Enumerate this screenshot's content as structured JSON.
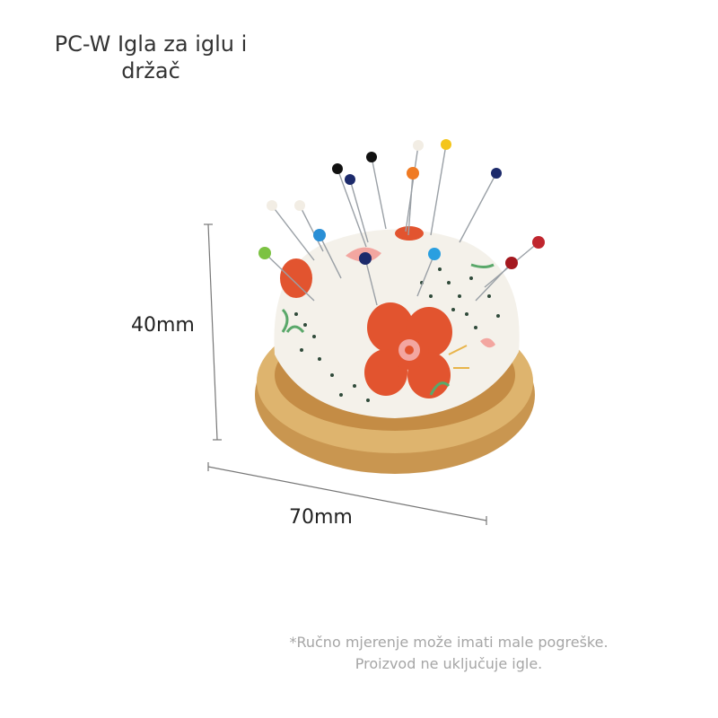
{
  "title": {
    "line1": "PC-W Igla za iglu i",
    "line2": "držač"
  },
  "dimensions": {
    "height": "40mm",
    "width": "70mm"
  },
  "note": {
    "line1": "*Ručno mjerenje može imati male pogreške.",
    "line2": "Proizvod ne uključuje igle."
  },
  "colors": {
    "wood": "#d9aa62",
    "fabric": "#f4f1ea",
    "flower": "#e2542f",
    "leaf": "#5aa86a"
  }
}
